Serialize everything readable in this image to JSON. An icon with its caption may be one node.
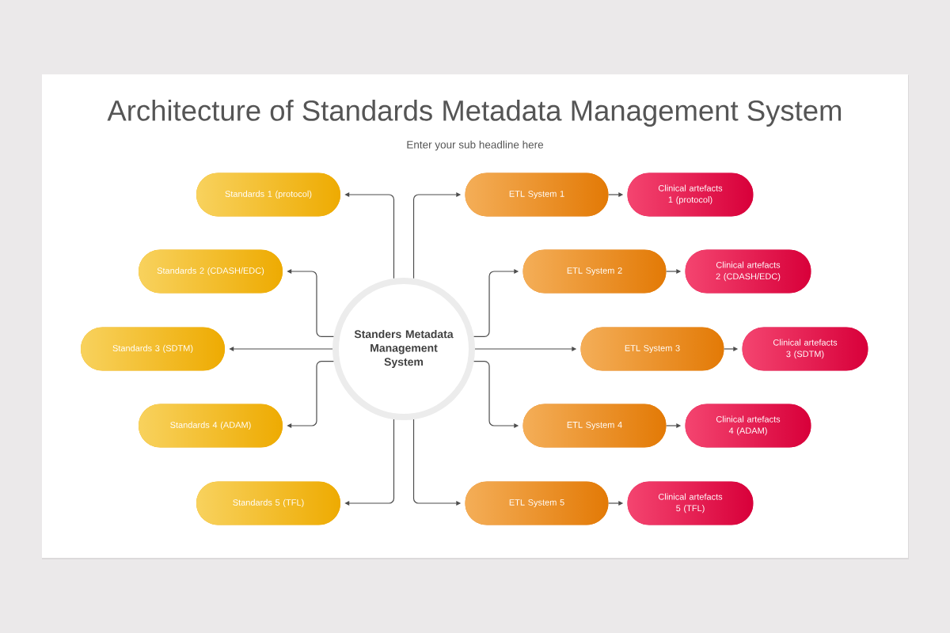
{
  "diagram": {
    "title": "Architecture of Standards Metadata Management System",
    "nodes": [
      {
        "text": [
          "Standers Metadata Management System"
        ]
      },
      {
        "text": [
          "Standards 1 (protocol)"
        ]
      },
      {
        "text": [
          "Standards 2 (CDASH/EDC)"
        ]
      },
      {
        "text": [
          "Standards 3 (SDTM)"
        ]
      },
      {
        "text": [
          "Standards 4 (ADAM)"
        ]
      },
      {
        "text": [
          "Standards 5 (TFL)"
        ]
      },
      {
        "text": [
          "ETL System 1"
        ]
      },
      {
        "text": [
          "ETL System 2"
        ]
      },
      {
        "text": [
          "ETL System 3"
        ]
      },
      {
        "text": [
          "ETL System 4"
        ]
      },
      {
        "text": [
          "ETL System 5"
        ]
      },
      {
        "text": [
          "Clinical artefacts 1 (protocol)"
        ]
      },
      {
        "text": [
          "Clinical artefacts 2 (CDASH/EDC)"
        ]
      },
      {
        "text": [
          "Clinical artefacts 3 (SDTM)"
        ]
      },
      {
        "text": [
          "Clinical artefacts 4 (ADAM)"
        ]
      },
      {
        "text": [
          "Clinical artefacts 5 (TFL)"
        ]
      }
    ],
    "edges": [
      {
        "from": 0,
        "to": 1,
        "arrow": "to"
      },
      {
        "from": 0,
        "to": 2,
        "arrow": "to"
      },
      {
        "from": 0,
        "to": 3,
        "arrow": "to"
      },
      {
        "from": 0,
        "to": 4,
        "arrow": "to"
      },
      {
        "from": 0,
        "to": 5,
        "arrow": "to"
      },
      {
        "from": 0,
        "to": 6,
        "arrow": "to"
      },
      {
        "from": 0,
        "to": 7,
        "arrow": "to"
      },
      {
        "from": 0,
        "to": 8,
        "arrow": "to"
      },
      {
        "from": 0,
        "to": 9,
        "arrow": "to"
      },
      {
        "from": 0,
        "to": 10,
        "arrow": "to"
      },
      {
        "from": 6,
        "to": 11,
        "arrow": "to"
      },
      {
        "from": 7,
        "to": 12,
        "arrow": "to"
      },
      {
        "from": 8,
        "to": 13,
        "arrow": "to"
      },
      {
        "from": 9,
        "to": 14,
        "arrow": "to"
      },
      {
        "from": 10,
        "to": 15,
        "arrow": "to"
      }
    ],
    "labels": [
      "Enter your sub headline here"
    ]
  }
}
